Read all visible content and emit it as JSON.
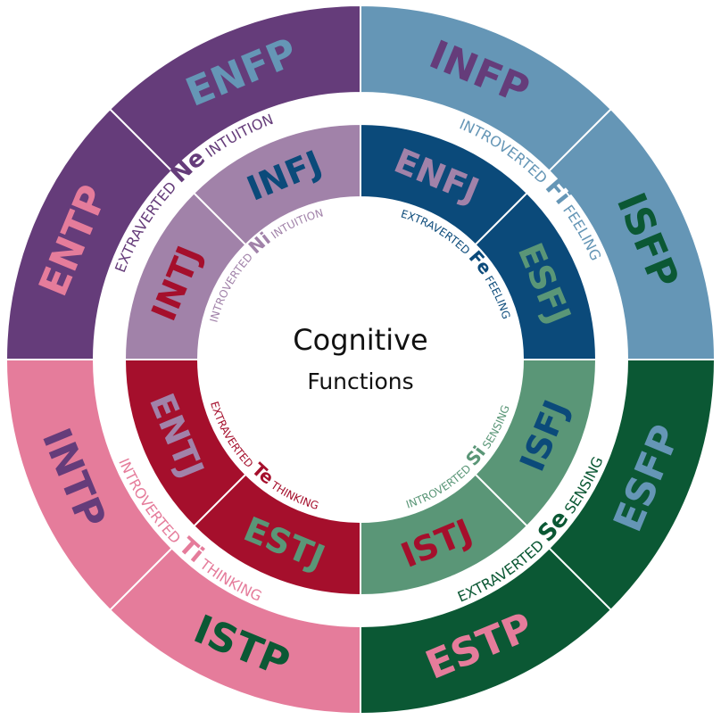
{
  "center": {
    "line1": "Cognitive",
    "line2": "Functions"
  },
  "outer_ring": {
    "quadrants": [
      {
        "quadrant": "top-left",
        "fill": "#653c7a",
        "types": [
          {
            "label": "ENTP",
            "color": "#e57c9b"
          },
          {
            "label": "ENFP",
            "color": "#6596b6"
          }
        ],
        "function": {
          "prefix": "EXTRAVERTED",
          "abbr": "Ne",
          "suffix": "INTUITION",
          "color": "#653c7a"
        }
      },
      {
        "quadrant": "top-right",
        "fill": "#6596b6",
        "types": [
          {
            "label": "INFP",
            "color": "#653c7a"
          },
          {
            "label": "ISFP",
            "color": "#0b5834"
          }
        ],
        "function": {
          "prefix": "INTROVERTED",
          "abbr": "Fi",
          "suffix": "FEELING",
          "color": "#6596b6"
        }
      },
      {
        "quadrant": "bottom-right",
        "fill": "#0b5834",
        "types": [
          {
            "label": "ESFP",
            "color": "#6596b6"
          },
          {
            "label": "ESTP",
            "color": "#e57c9b"
          }
        ],
        "function": {
          "prefix": "EXTRAVERTED",
          "abbr": "Se",
          "suffix": "SENSING",
          "color": "#0b5834"
        }
      },
      {
        "quadrant": "bottom-left",
        "fill": "#e57c9b",
        "types": [
          {
            "label": "ISTP",
            "color": "#0b5834"
          },
          {
            "label": "INTP",
            "color": "#653c7a"
          }
        ],
        "function": {
          "prefix": "INTROVERTED",
          "abbr": "Ti",
          "suffix": "THINKING",
          "color": "#e57c9b"
        }
      }
    ]
  },
  "inner_ring": {
    "quadrants": [
      {
        "quadrant": "top-left",
        "fill": "#a182a9",
        "types": [
          {
            "label": "INTJ",
            "color": "#a50f2c"
          },
          {
            "label": "INFJ",
            "color": "#0b4a7a"
          }
        ],
        "function": {
          "prefix": "INTROVERTED",
          "abbr": "Ni",
          "suffix": "INTUITION",
          "color": "#a182a9"
        }
      },
      {
        "quadrant": "top-right",
        "fill": "#0b4a7a",
        "types": [
          {
            "label": "ENFJ",
            "color": "#a182a9"
          },
          {
            "label": "ESFJ",
            "color": "#5a9677"
          }
        ],
        "function": {
          "prefix": "EXTRAVERTED",
          "abbr": "Fe",
          "suffix": "FEELING",
          "color": "#0b4a7a"
        }
      },
      {
        "quadrant": "bottom-right",
        "fill": "#5a9677",
        "types": [
          {
            "label": "ISFJ",
            "color": "#0b4a7a"
          },
          {
            "label": "ISTJ",
            "color": "#a50f2c"
          }
        ],
        "function": {
          "prefix": "INTROVERTED",
          "abbr": "Si",
          "suffix": "SENSING",
          "color": "#5a9677"
        }
      },
      {
        "quadrant": "bottom-left",
        "fill": "#a50f2c",
        "types": [
          {
            "label": "ESTJ",
            "color": "#5a9677"
          },
          {
            "label": "ENTJ",
            "color": "#a182a9"
          }
        ],
        "function": {
          "prefix": "EXTRAVERTED",
          "abbr": "Te",
          "suffix": "THINKING",
          "color": "#a50f2c"
        }
      }
    ]
  }
}
